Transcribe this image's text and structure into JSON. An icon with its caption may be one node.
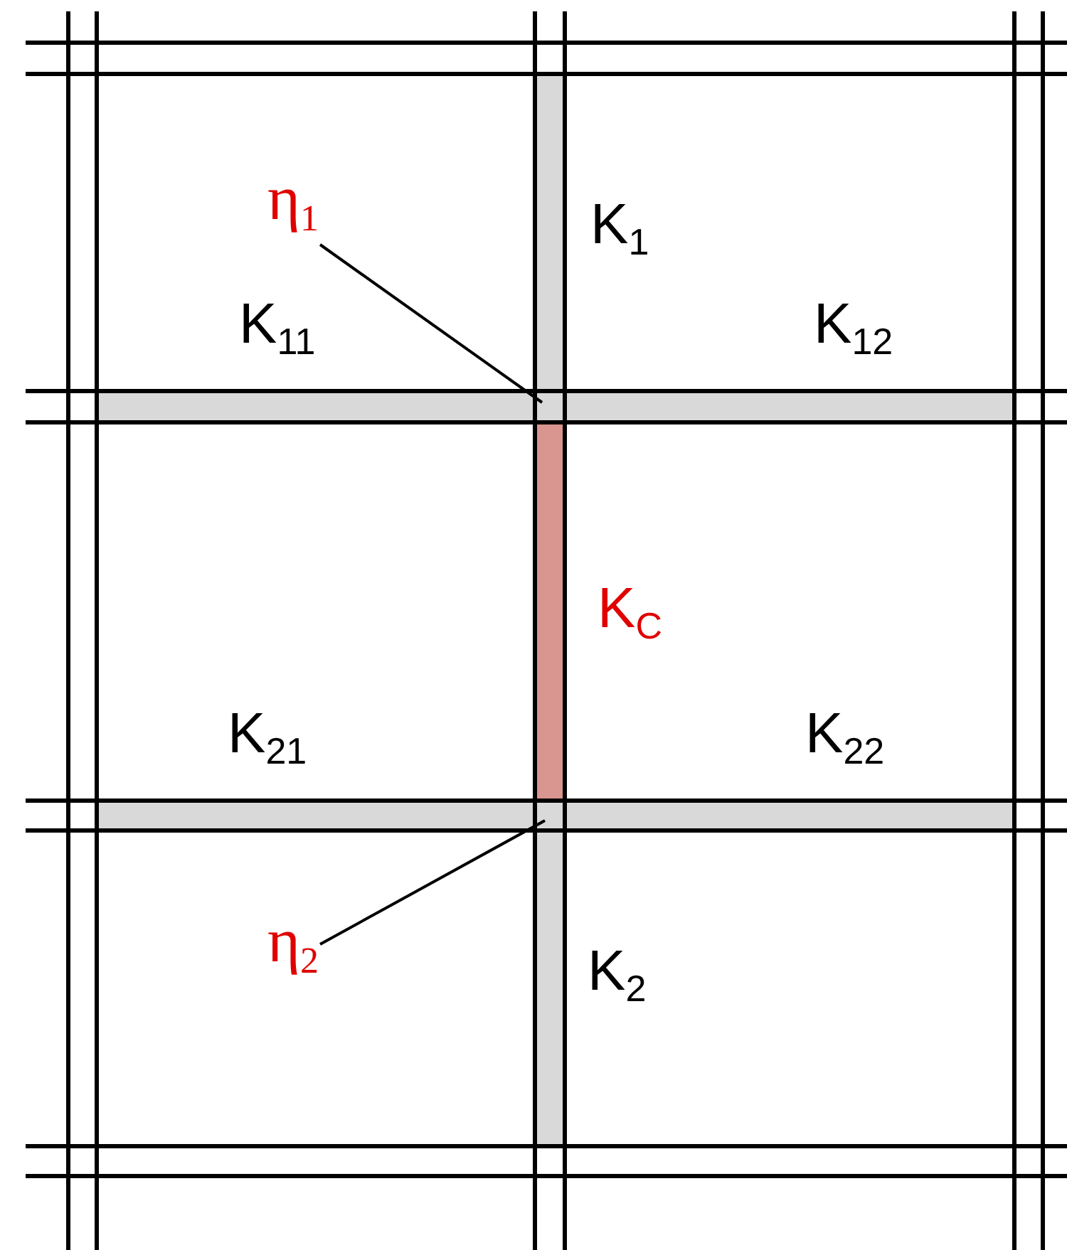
{
  "diagram": {
    "nodes": [
      {
        "text": [
          "η$_{1}$"
        ]
      },
      {
        "text": [
          "η$_{2}$"
        ]
      }
    ],
    "edges": [
      {
        "from": 0,
        "to": null,
        "arrow": "none"
      },
      {
        "from": 1,
        "to": null,
        "arrow": "none"
      }
    ],
    "labels": [
      "K$_{1}$",
      "K$_{11}$",
      "K$_{12}$",
      "K$_{C}$",
      "K$_{21}$",
      "K$_{22}$",
      "K$_{2}$"
    ]
  }
}
